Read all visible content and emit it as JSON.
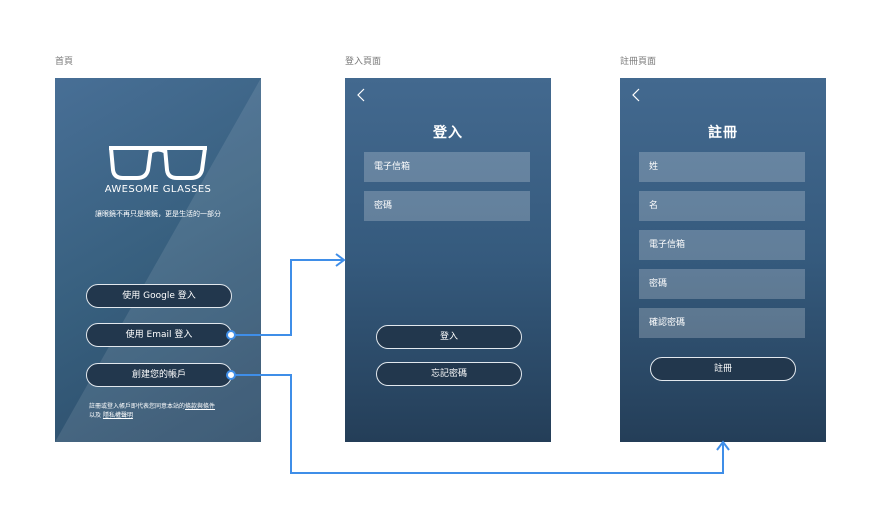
{
  "labels": {
    "home": "首頁",
    "login": "登入頁面",
    "register": "註冊頁面"
  },
  "home": {
    "brand": "AWESOME GLASSES",
    "tagline": "讓眼鏡不再只是眼鏡，更是生活的一部分",
    "google_button": "使用 Google 登入",
    "email_button": "使用 Email 登入",
    "create_button": "創建您的帳戶",
    "terms_prefix": "註冊或登入帳戶即代表您同意本站的",
    "terms_link": "條款與條件",
    "terms_and": "以及",
    "privacy_link": "隱私權聲明"
  },
  "login": {
    "title": "登入",
    "email_placeholder": "電子信箱",
    "password_placeholder": "密碼",
    "login_button": "登入",
    "forgot_button": "忘記密碼"
  },
  "register": {
    "title": "註冊",
    "last_name": "姓",
    "first_name": "名",
    "email_placeholder": "電子信箱",
    "password_placeholder": "密碼",
    "confirm_password_placeholder": "確認密碼",
    "register_button": "註冊"
  },
  "colors": {
    "arrow": "#3f8ee8",
    "screen_top": "#43698f",
    "screen_bottom": "#243e58"
  },
  "icons": [
    "back-chevron-icon",
    "glasses-logo-icon",
    "arrow-icon"
  ]
}
